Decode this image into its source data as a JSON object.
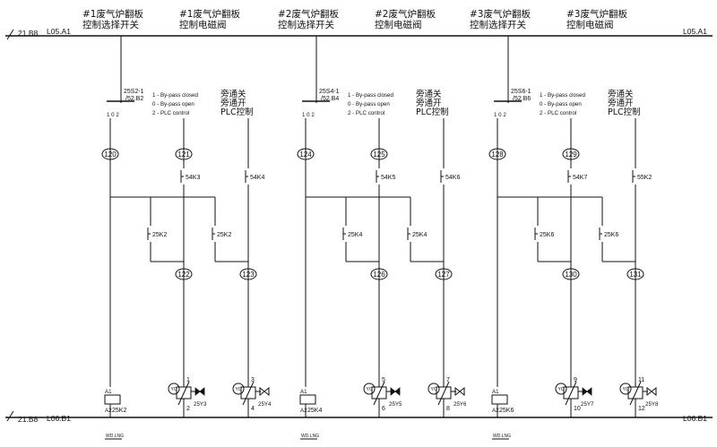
{
  "rails": {
    "top_ref": "21.B8",
    "top_left": "L05.A1",
    "top_right": "L05.A1",
    "bottom_ref": "21.B8",
    "bottom_left": "L06.B1",
    "bottom_right": "L06.B1"
  },
  "sections": [
    {
      "header_switch": [
        "#1废气炉翻板",
        "控制选择开关"
      ],
      "header_valve": [
        "#1废气炉翻板",
        "控制电磁阀"
      ],
      "switch_tag": "25S2-1",
      "switch_ref": "/52.B2",
      "modes": [
        {
          "code": "1 - By-pass closed",
          "cn": "旁通关"
        },
        {
          "code": "0 - By-pass open",
          "cn": "旁通开"
        },
        {
          "code": "2 - PLC control",
          "cn": "PLC控制"
        }
      ],
      "switch_positions": "1 0 2",
      "wires": {
        "a": "120",
        "b": "121",
        "c": "122",
        "d": "123"
      },
      "contacts_top": [
        "54K3",
        "54K4"
      ],
      "contacts_mid": [
        "25K2",
        "25K2"
      ],
      "relay": "25K2",
      "valve_a": {
        "name": "25Y3",
        "t1": "1",
        "t2": "2"
      },
      "valve_b": {
        "name": "25Y4",
        "t1": "3",
        "t2": "4"
      },
      "footer": "WD.LNG"
    },
    {
      "header_switch": [
        "#2废气炉翻板",
        "控制选择开关"
      ],
      "header_valve": [
        "#2废气炉翻板",
        "控制电磁阀"
      ],
      "switch_tag": "25S4-1",
      "switch_ref": "/52.B4",
      "modes": [
        {
          "code": "1 - By-pass closed",
          "cn": "旁通关"
        },
        {
          "code": "0 - By-pass open",
          "cn": "旁通开"
        },
        {
          "code": "2 - PLC control",
          "cn": "PLC控制"
        }
      ],
      "switch_positions": "1 0 2",
      "wires": {
        "a": "124",
        "b": "125",
        "c": "126",
        "d": "127"
      },
      "contacts_top": [
        "54K5",
        "54K6"
      ],
      "contacts_mid": [
        "25K4",
        "25K4"
      ],
      "relay": "25K4",
      "valve_a": {
        "name": "25Y5",
        "t1": "5",
        "t2": "6"
      },
      "valve_b": {
        "name": "25Y6",
        "t1": "7",
        "t2": "8"
      },
      "footer": "WD.LNG"
    },
    {
      "header_switch": [
        "#3废气炉翻板",
        "控制选择开关"
      ],
      "header_valve": [
        "#3废气炉翻板",
        "控制电磁阀"
      ],
      "switch_tag": "25S6-1",
      "switch_ref": "/52.B6",
      "modes": [
        {
          "code": "1 - By-pass closed",
          "cn": "旁通关"
        },
        {
          "code": "0 - By-pass open",
          "cn": "旁通开"
        },
        {
          "code": "2 - PLC control",
          "cn": "PLC控制"
        }
      ],
      "switch_positions": "1 0 2",
      "wires": {
        "a": "128",
        "b": "129",
        "c": "130",
        "d": "131"
      },
      "contacts_top": [
        "54K7",
        "55K2"
      ],
      "contacts_mid": [
        "25K6",
        "25K6"
      ],
      "relay": "25K6",
      "valve_a": {
        "name": "25Y7",
        "t1": "9",
        "t2": "10"
      },
      "valve_b": {
        "name": "25Y8",
        "t1": "11",
        "t2": "12"
      },
      "footer": "WD.LNG"
    }
  ],
  "terminal_labels": {
    "coil_top": "A1",
    "coil_bottom": "A2",
    "valve_marker": "YC"
  }
}
